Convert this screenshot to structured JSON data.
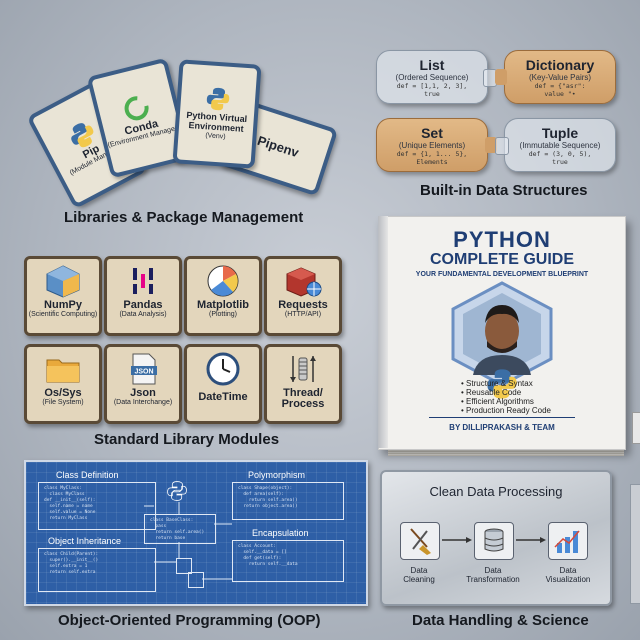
{
  "packages": {
    "title": "Libraries & Package Management",
    "cards": [
      {
        "name": "Pip",
        "sub": "(Module Manager)"
      },
      {
        "name": "Conda",
        "sub": "(Environment Manager)"
      },
      {
        "name": "Python Virtual Environment",
        "sub": "(Venv)"
      },
      {
        "name": "Pipenv",
        "sub": ""
      }
    ]
  },
  "data_structures": {
    "title": "Built-in Data Structures",
    "items": [
      {
        "name": "List",
        "sub": "(Ordered Sequence)",
        "code1": "def = [1,1, 2, 3],",
        "code2": "true"
      },
      {
        "name": "Dictionary",
        "sub": "(Key-Value Pairs)",
        "code1": "def = {\"asr\":",
        "code2": "value \"•"
      },
      {
        "name": "Set",
        "sub": "(Unique Elements)",
        "code1": "def = {1, 1... 5},",
        "code2": "Elements"
      },
      {
        "name": "Tuple",
        "sub": "(Immutable Sequence)",
        "code1": "def = (3, 0, 5),",
        "code2": "true"
      }
    ]
  },
  "modules": {
    "title": "Standard Library Modules",
    "items": [
      {
        "name": "NumPy",
        "sub": "(Scientific Computing)",
        "icon": "numpy-cube-icon"
      },
      {
        "name": "Pandas",
        "sub": "(Data Analysis)",
        "icon": "pandas-icon"
      },
      {
        "name": "Matplotlib",
        "sub": "(Plotting)",
        "icon": "plot-icon"
      },
      {
        "name": "Requests",
        "sub": "(HTTP/API)",
        "icon": "package-globe-icon"
      },
      {
        "name": "Os/Sys",
        "sub": "(File System)",
        "icon": "folder-icon"
      },
      {
        "name": "Json",
        "sub": "(Data Interchange)",
        "icon": "json-file-icon"
      },
      {
        "name": "DateTime",
        "sub": "",
        "icon": "clock-icon"
      },
      {
        "name": "Thread/ Process",
        "sub": "",
        "icon": "thread-icon"
      }
    ]
  },
  "book": {
    "title_line1": "PYTHON",
    "title_line2": "COMPLETE GUIDE",
    "subtitle": "YOUR FUNDAMENTAL DEVELOPMENT BLUEPRINT",
    "bullets": [
      "• Structure & Syntax",
      "• Reusable Code",
      "• Efficient Algorithms",
      "• Production Ready Code"
    ],
    "author": "BY DILLIPRAKASH & TEAM"
  },
  "oop": {
    "title": "Object-Oriented Programming (OOP)",
    "labels": {
      "class_def": "Class Definition",
      "polymorphism": "Polymorphism",
      "inheritance": "Object Inheritance",
      "encapsulation": "Encapsulation"
    }
  },
  "data_handling": {
    "title": "Data Handling & Science",
    "plate_title": "Clean Data Processing",
    "stages": [
      {
        "line1": "Data",
        "line2": "Cleaning",
        "icon": "broom-icon"
      },
      {
        "line1": "Data",
        "line2": "Transformation",
        "icon": "database-icon"
      },
      {
        "line1": "Data",
        "line2": "Visualization",
        "icon": "chart-icon"
      }
    ]
  },
  "colors": {
    "background": "#b3bac3",
    "card_border": "#3c5d86",
    "wood": "#d9ab77",
    "blueprint": "#2e5fa6",
    "book_accent": "#1f3e74"
  }
}
